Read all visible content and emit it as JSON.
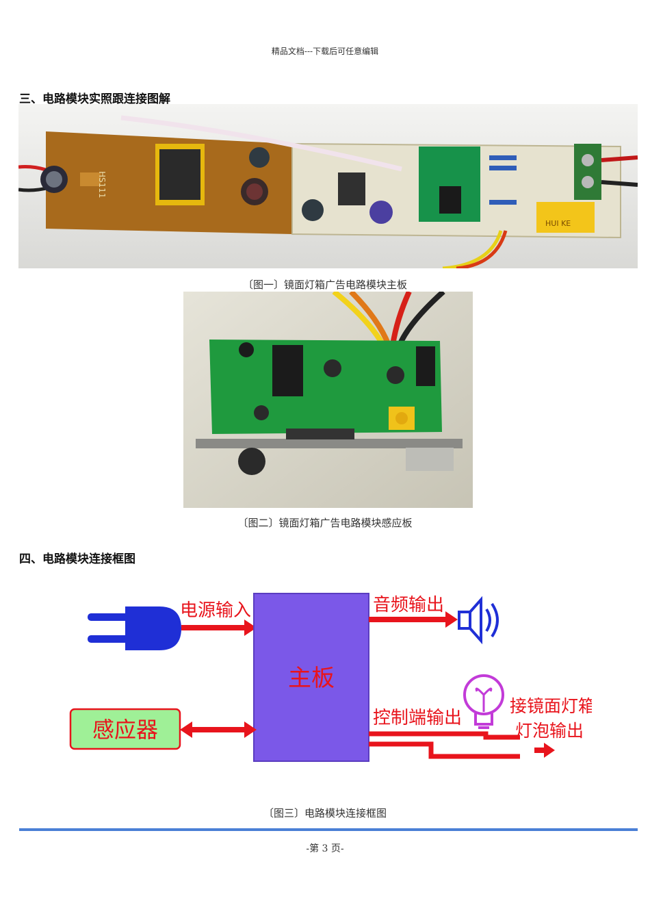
{
  "header": {
    "text": "精品文档---下载后可任意编辑"
  },
  "section3": {
    "title": "三、电路模块实照跟连接图解"
  },
  "figure1": {
    "caption": "〔图一〕镜面灯箱广告电路模块主板",
    "board_label": "HS111",
    "relay_label": "HUI KE"
  },
  "figure2": {
    "caption": "〔图二〕镜面灯箱广告电路模块感应板"
  },
  "section4": {
    "title": "四、电路模块连接框图"
  },
  "diagram": {
    "power_in": "电源输入",
    "audio_out": "音频输出",
    "mainboard": "主板",
    "sensor": "感应器",
    "control_out": "控制端输出",
    "lamp_out_line1": "接镜面灯箱",
    "lamp_out_line2": "灯泡输出"
  },
  "figure3": {
    "caption": "〔图三〕电路模块连接框图"
  },
  "footer": {
    "page": "-第 3 页-"
  },
  "colors": {
    "plug": "#1f2fd6",
    "arrow": "#e8141c",
    "mainboard": "#7b58e8",
    "sensor_box": "#9ff097",
    "footer_line": "#4a7fd6"
  }
}
